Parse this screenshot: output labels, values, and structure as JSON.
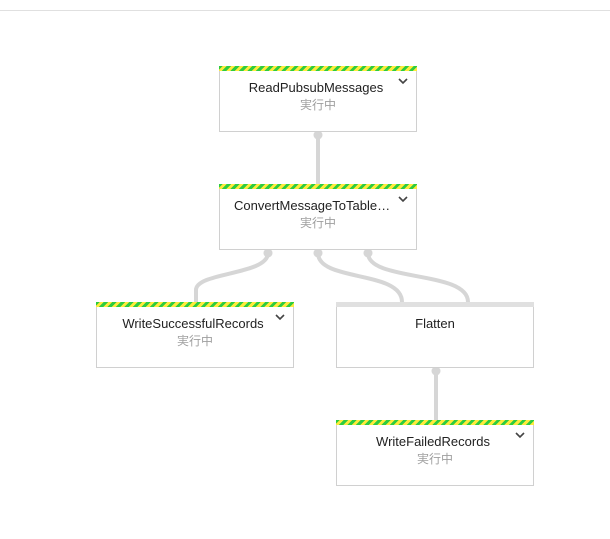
{
  "colors": {
    "running_stripe_1": "#ffeb3b",
    "running_stripe_2": "#2ecc40",
    "edge": "#d6d6d6",
    "node_border": "#d0d0d0",
    "status_text": "#9e9e9e"
  },
  "nodes": {
    "read": {
      "name": "ReadPubsubMessages",
      "status": "実行中",
      "state": "running"
    },
    "convert": {
      "name": "ConvertMessageToTableRow",
      "status": "実行中",
      "state": "running"
    },
    "write_success": {
      "name": "WriteSuccessfulRecords",
      "status": "実行中",
      "state": "running"
    },
    "flatten": {
      "name": "Flatten",
      "status": "",
      "state": "idle"
    },
    "write_failed": {
      "name": "WriteFailedRecords",
      "status": "実行中",
      "state": "running"
    }
  },
  "icons": {
    "expand": "chevron-down-icon"
  }
}
